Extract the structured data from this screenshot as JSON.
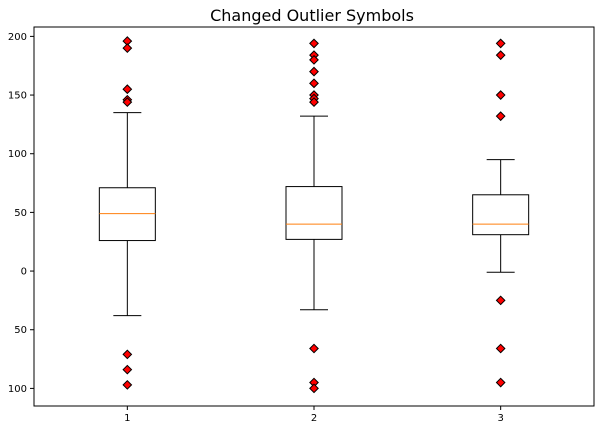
{
  "chart_data": {
    "type": "box",
    "title": "Changed Outlier Symbols",
    "xlabel": "",
    "ylabel": "",
    "ylim": [
      -115,
      208
    ],
    "y_ticks": [
      {
        "value": 200,
        "label": "200"
      },
      {
        "value": 150,
        "label": "150"
      },
      {
        "value": 100,
        "label": "100"
      },
      {
        "value": 50,
        "label": "50"
      },
      {
        "value": 0,
        "label": "0"
      },
      {
        "value": -50,
        "label": "50"
      },
      {
        "value": -100,
        "label": "100"
      }
    ],
    "categories": [
      "1",
      "2",
      "3"
    ],
    "boxes": [
      {
        "category": "1",
        "whisker_low": -38,
        "q1": 26,
        "median": 49,
        "q3": 71,
        "whisker_high": 135,
        "outliers": [
          196,
          190,
          155,
          146,
          144,
          -71,
          -84,
          -97
        ]
      },
      {
        "category": "2",
        "whisker_low": -33,
        "q1": 27,
        "median": 40,
        "q3": 72,
        "whisker_high": 132,
        "outliers": [
          194,
          184,
          180,
          170,
          160,
          150,
          147,
          144,
          -66,
          -95,
          -100
        ]
      },
      {
        "category": "3",
        "whisker_low": -1,
        "q1": 31,
        "median": 40,
        "q3": 65,
        "whisker_high": 95,
        "outliers": [
          194,
          184,
          150,
          132,
          -25,
          -66,
          -95
        ]
      }
    ],
    "outlier_marker": "diamond",
    "colors": {
      "outlier_fill": "#ff0000",
      "outlier_edge": "#000000",
      "median": "#ff7f0e",
      "box": "#000000"
    },
    "grid": false
  }
}
